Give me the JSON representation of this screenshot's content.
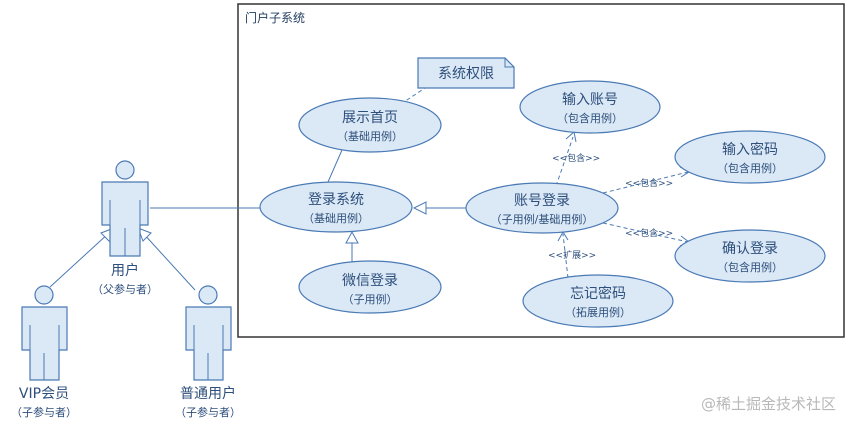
{
  "system": {
    "label": "门户子系统"
  },
  "note": {
    "label": "系统权限"
  },
  "use_cases": {
    "home": {
      "title": "展示首页",
      "sub": "（基础用例）"
    },
    "login": {
      "title": "登录系统",
      "sub": "（基础用例）"
    },
    "wechat": {
      "title": "微信登录",
      "sub": "（子用例）"
    },
    "account": {
      "title": "账号登录",
      "sub": "（子用例/基础用例）"
    },
    "input_account": {
      "title": "输入账号",
      "sub": "（包含用例）"
    },
    "input_password": {
      "title": "输入密码",
      "sub": "（包含用例）"
    },
    "confirm": {
      "title": "确认登录",
      "sub": "（包含用例）"
    },
    "forgot": {
      "title": "忘记密码",
      "sub": "（拓展用例）"
    }
  },
  "relations": {
    "include": "<<包含>>",
    "extend": "<<扩展>>"
  },
  "actors": {
    "user": {
      "name": "用户",
      "role": "（父参与者）"
    },
    "vip": {
      "name": "VIP会员",
      "role": "（子参与者）"
    },
    "normal": {
      "name": "普通用户",
      "role": "（子参与者）"
    }
  },
  "watermark": "@稀土掘金技术社区"
}
